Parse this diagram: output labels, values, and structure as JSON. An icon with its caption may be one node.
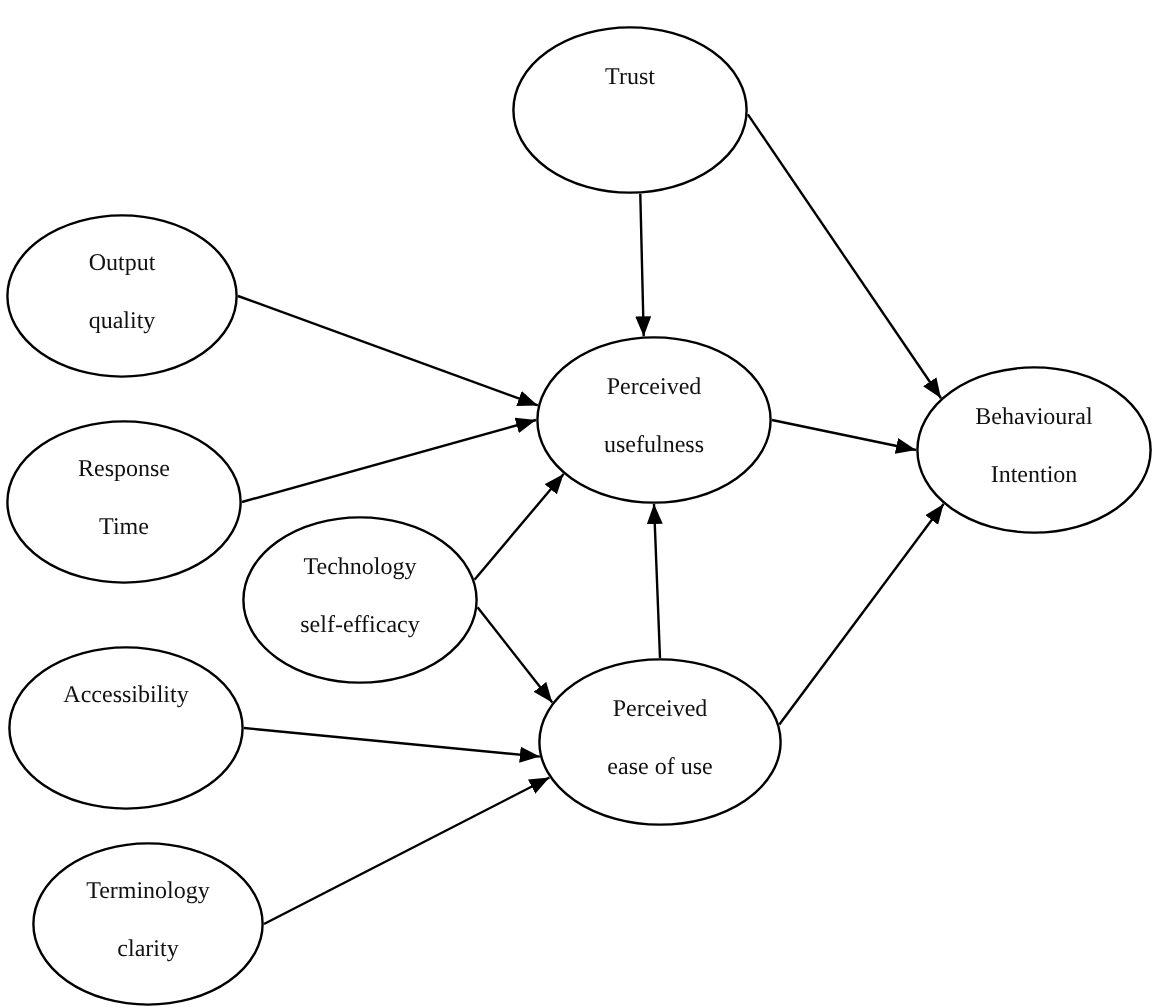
{
  "diagram": {
    "nodes": [
      {
        "text": [
          "Trust"
        ]
      },
      {
        "text": [
          "Output quality"
        ]
      },
      {
        "text": [
          "Perceived usefulness"
        ]
      },
      {
        "text": [
          "Behavioural Intention"
        ]
      },
      {
        "text": [
          "Response Time"
        ]
      },
      {
        "text": [
          "Technology self-efficacy"
        ]
      },
      {
        "text": [
          "Accessibility"
        ]
      },
      {
        "text": [
          "Perceived ease of use"
        ]
      },
      {
        "text": [
          "Terminology clarity"
        ]
      }
    ],
    "edges": [
      {
        "from": 0,
        "to": 2,
        "arrow": "to"
      },
      {
        "from": 0,
        "to": 3,
        "arrow": "to"
      },
      {
        "from": 1,
        "to": 2,
        "arrow": "to"
      },
      {
        "from": 4,
        "to": 2,
        "arrow": "to"
      },
      {
        "from": 5,
        "to": 2,
        "arrow": "to"
      },
      {
        "from": 5,
        "to": 7,
        "arrow": "to"
      },
      {
        "from": 2,
        "to": 3,
        "arrow": "to"
      },
      {
        "from": 6,
        "to": 7,
        "arrow": "to"
      },
      {
        "from": 8,
        "to": 7,
        "arrow": "to"
      },
      {
        "from": 7,
        "to": 2,
        "arrow": "to"
      },
      {
        "from": 7,
        "to": 3,
        "arrow": "to"
      }
    ]
  }
}
